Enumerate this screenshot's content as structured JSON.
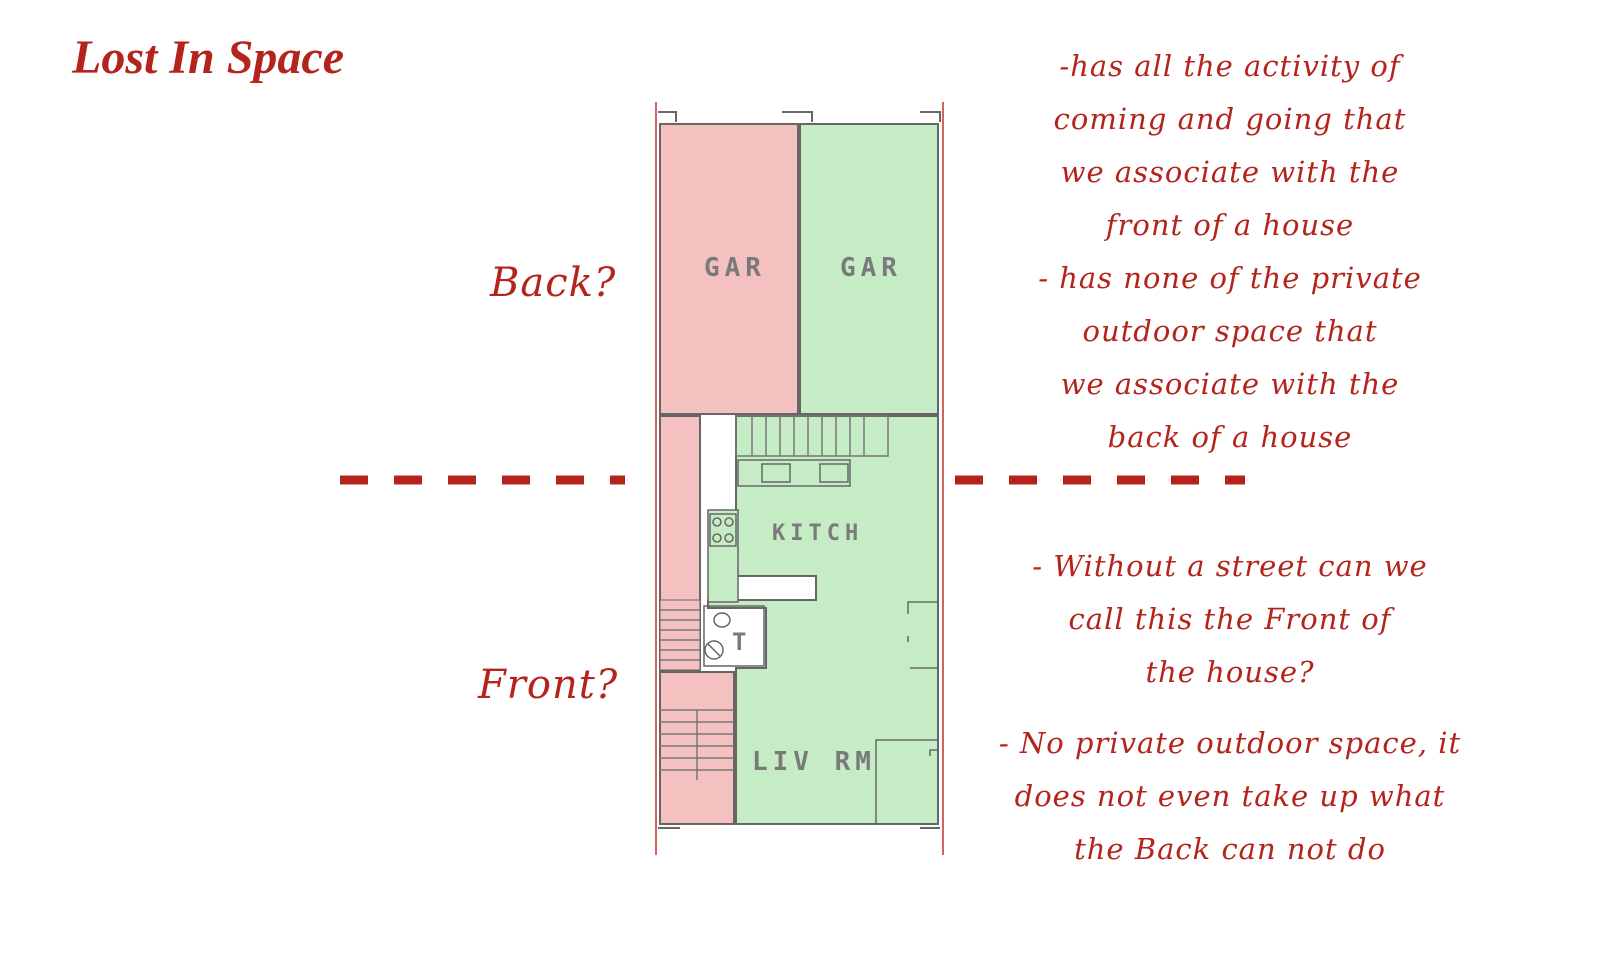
{
  "title": "Lost In Space",
  "labels": {
    "back": "Back?",
    "front": "Front?"
  },
  "rooms": {
    "garage_left": "GAR",
    "garage_right": "GAR",
    "kitchen": "KITCH",
    "toilet": "T",
    "living_room": "LIV RM"
  },
  "notes": {
    "back_notes": [
      "-has all the activity of",
      "coming and going that",
      "we associate with the",
      "front of a house",
      "- has none of the private",
      "outdoor space that",
      "we associate with the",
      "back of a house"
    ],
    "front_notes": [
      "- Without a street can we",
      "call this the Front of",
      "the house?",
      "- No private outdoor space, it",
      "does not even take up what",
      "the Back can not do"
    ]
  },
  "colors": {
    "accent_red": "#b4241c",
    "pink_zone": "#f5c0c0",
    "green_zone": "#c6ecc6"
  }
}
